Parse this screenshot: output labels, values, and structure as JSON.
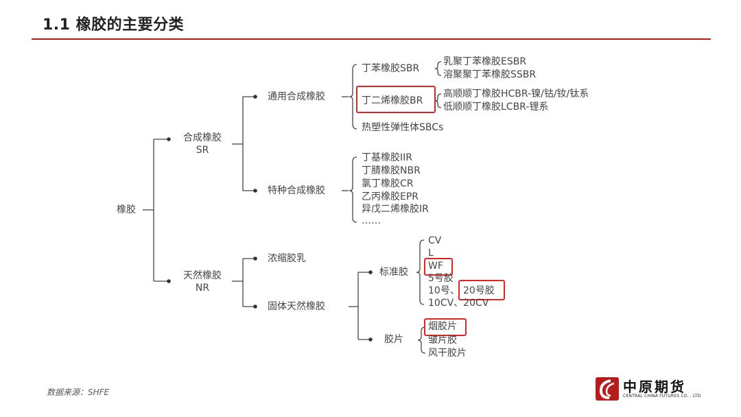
{
  "title": "1.1 橡胶的主要分类",
  "source": "数据来源：SHFE",
  "logo": {
    "cn": "中原期货",
    "en": "CENTRAL CHINA FUTURES CO. , LTD"
  },
  "root": "橡胶",
  "sr": {
    "line1": "合成橡胶",
    "line2": "SR"
  },
  "nr": {
    "line1": "天然橡胶",
    "line2": "NR"
  },
  "general": "通用合成橡胶",
  "special": "特种合成橡胶",
  "sbr": "丁苯橡胶SBR",
  "sbr_children": [
    "乳聚丁苯橡胶ESBR",
    "溶聚聚丁苯橡胶SSBR"
  ],
  "br": "丁二烯橡胶BR",
  "br_children": [
    "高顺顺丁橡胶HCBR-镍/钴/钕/钛系",
    "低顺顺丁橡胶LCBR-锂系"
  ],
  "sbcs": "热塑性弹性体SBCs",
  "special_children": [
    "丁基橡胶IIR",
    "丁腈橡胶NBR",
    "氯丁橡胶CR",
    "乙丙橡胶EPR",
    "异戊二烯橡胶IR",
    "……"
  ],
  "latex": "浓缩胶乳",
  "solid": "固体天然橡胶",
  "standard": "标准胶",
  "standard_children": [
    "CV",
    "L",
    "WF",
    "5号胶",
    "10号、",
    "20号胶",
    "10CV、20CV"
  ],
  "sheet": "胶片",
  "sheet_children": [
    "烟胶片",
    "皱片胶",
    "风干胶片"
  ]
}
